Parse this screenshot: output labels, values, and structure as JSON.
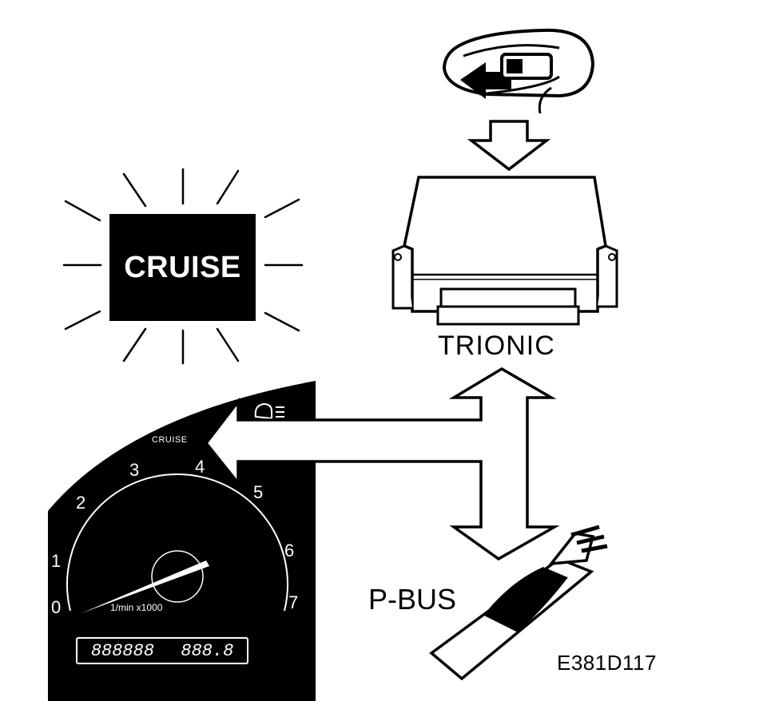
{
  "labels": {
    "cruise_lamp": "CRUISE",
    "ecu": "TRIONIC",
    "bus": "P-BUS",
    "figure_code": "E381D117",
    "cluster_cruise": "CRUISE",
    "rpm_unit": "1/min x1000"
  },
  "tachometer": {
    "ticks": [
      "0",
      "1",
      "2",
      "3",
      "4",
      "5",
      "6",
      "7"
    ],
    "odometer": "888888",
    "trip": "888.8"
  }
}
